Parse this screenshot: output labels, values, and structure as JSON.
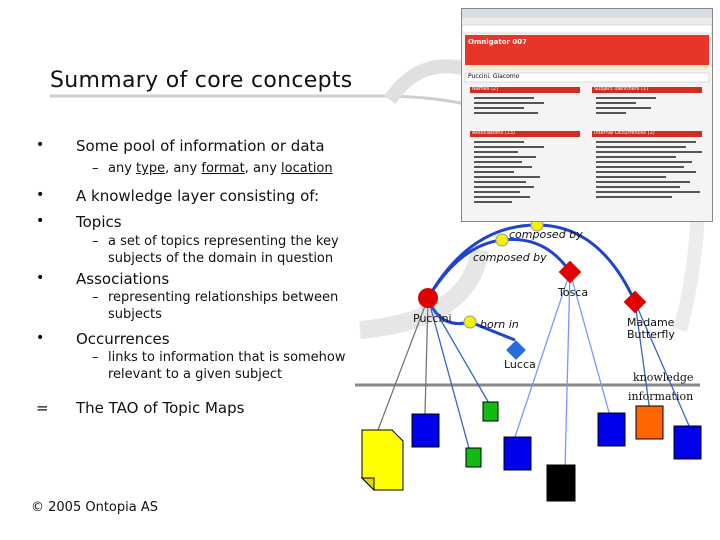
{
  "title": "Summary of core concepts",
  "bullets": [
    {
      "marker": "•",
      "text": "Some pool of information or data"
    },
    {
      "marker": "–",
      "text_parts": [
        "any ",
        "type",
        ", any ",
        "format",
        ", any ",
        "location"
      ]
    },
    {
      "marker": "•",
      "text": "A knowledge layer consisting of:"
    },
    {
      "marker": "•",
      "text": "Topics"
    },
    {
      "marker": "–",
      "line1": "a set of topics representing the key",
      "line2": "subjects of the domain in question"
    },
    {
      "marker": "•",
      "text": "Associations"
    },
    {
      "marker": "–",
      "line1": "representing relationships between",
      "line2": "subjects"
    },
    {
      "marker": "•",
      "text": "Occurrences"
    },
    {
      "marker": "–",
      "line1": "links to information that is somehow",
      "line2": "relevant to a given subject"
    },
    {
      "marker": "=",
      "text": "The TAO of Topic Maps"
    }
  ],
  "copyright": "© 2005 Ontopia AS",
  "diagram": {
    "labels": {
      "composed_by_1": "composed by",
      "composed_by_2": "composed by",
      "tosca": "Tosca",
      "puccini": "Puccini",
      "born_in": "born in",
      "madame_butterfly_1": "Madame",
      "madame_butterfly_2": "Butterfly",
      "lucca": "Lucca",
      "knowledge": "knowledge",
      "information": "information"
    },
    "colors": {
      "topic": "#e00000",
      "association": "#f5f100",
      "arc": "#2244cc",
      "blue": "#0000ee",
      "green": "#11bb11",
      "yellow": "#ffff00",
      "orange": "#ff6600",
      "black": "#000000"
    }
  },
  "screenshot": {
    "header": "Omnigator 007",
    "page_title": "Puccini, Giacomo",
    "section_1": "Names (2)",
    "section_2": "Subject Identifiers (1)",
    "section_3": "Associations (13)",
    "section_4": "Internal Occurrences (2)"
  }
}
